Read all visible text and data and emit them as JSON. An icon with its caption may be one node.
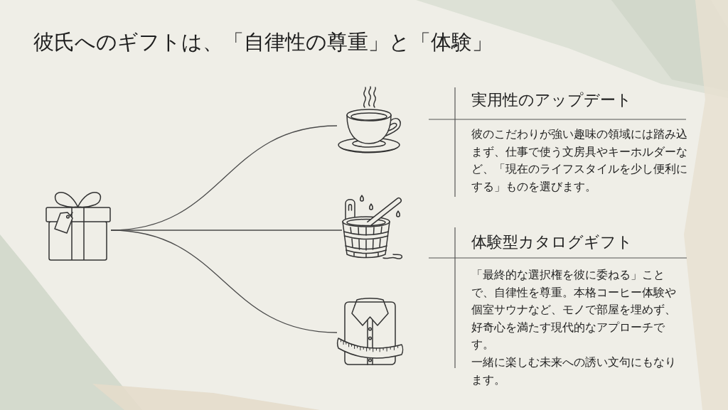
{
  "diagram": {
    "title": "彼氏へのギフトは、「自律性の尊重」と「体験」",
    "nodes": [
      {
        "text": [],
        "shape": "picture"
      },
      {
        "text": [],
        "shape": "picture"
      },
      {
        "text": [],
        "shape": "picture"
      },
      {
        "text": [],
        "shape": "picture"
      }
    ],
    "edges": [
      {
        "from": 0,
        "to": 1,
        "arrow": "none"
      },
      {
        "from": 0,
        "to": 2,
        "arrow": "none"
      },
      {
        "from": 0,
        "to": 3,
        "arrow": "none"
      }
    ],
    "labels": [
      "実用性のアップデート",
      "彼のこだわりが強い趣味の領域には踏み込まず、仕事で使う文房具やキーホルダーなど、「現在のライフスタイルを少し便利にする」ものを選びます。",
      "体験型カタログギフト",
      "「最終的な選択権を彼に委ねる」ことで、自律性を尊重。本格コーヒー体験や個室サウナなど、モノで部屋を埋めず、好奇心を満たす現代的なアプローチです。",
      "一緒に楽しむ未来への誘い文句にもなります。"
    ]
  }
}
